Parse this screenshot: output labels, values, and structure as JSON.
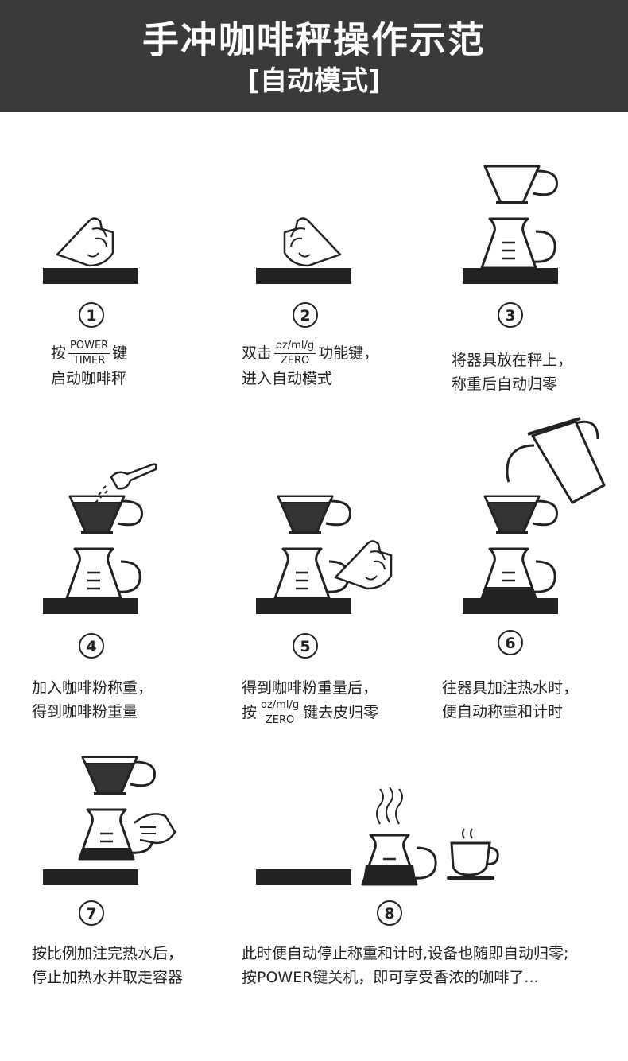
{
  "header": {
    "title": "手冲咖啡秤操作示范",
    "subtitle": "[自动模式]"
  },
  "steps": [
    {
      "num": "1",
      "line1_pre": "按",
      "frac_top": "POWER",
      "frac_bottom": "TIMER",
      "line1_post": "键",
      "line2": "启动咖啡秤"
    },
    {
      "num": "2",
      "line1_pre": "双击",
      "frac_top": "oz/ml/g",
      "frac_bottom": "ZERO",
      "line1_post": "功能键，",
      "line2": "进入自动模式"
    },
    {
      "num": "3",
      "line1": "将器具放在秤上，",
      "line2": "称重后自动归零"
    },
    {
      "num": "4",
      "line1": "加入咖啡粉称重，",
      "line2": "得到咖啡粉重量"
    },
    {
      "num": "5",
      "line1": "得到咖啡粉重量后，",
      "line2_pre": "按",
      "frac_top": "oz/ml/g",
      "frac_bottom": "ZERO",
      "line2_post": "键去皮归零"
    },
    {
      "num": "6",
      "line1": "往器具加注热水时，",
      "line2": "便自动称重和计时"
    },
    {
      "num": "7",
      "line1": "按比例加注完热水后，",
      "line2": "停止加热水并取走容器"
    },
    {
      "num": "8",
      "line1": "此时便自动停止称重和计时,设备也随即自动归零;",
      "line2": "按POWER键关机，即可享受香浓的咖啡了..."
    }
  ]
}
